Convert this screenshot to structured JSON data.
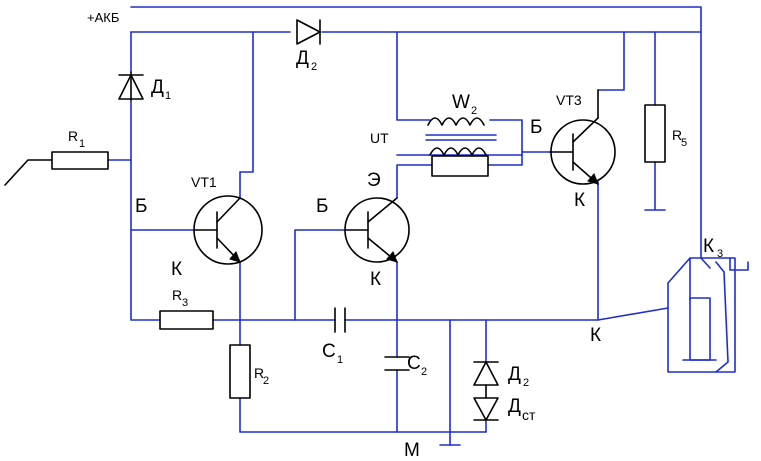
{
  "labels": {
    "akb": "+АКБ",
    "d1": "Д",
    "d1_sub": "1",
    "d2_top": "Д",
    "d2_top_sub": "2",
    "r1": "R",
    "r1_sub": "1",
    "vt1_b": "Б",
    "vt1": "VT1",
    "vt1_k": "К",
    "r3": "R",
    "r3_sub": "3",
    "r2": "R",
    "r2_sub": "2",
    "ut": "UT",
    "w2": "W",
    "w2_sub": "2",
    "e": "Э",
    "vt2_b": "Б",
    "vt2_k": "К",
    "vt3": "VT3",
    "vt3_b": "Б",
    "vt3_k": "К",
    "r5": "R",
    "r5_sub": "5",
    "c1": "C",
    "c1_sub": "1",
    "c2": "C",
    "c2_sub": "2",
    "d2_bot": "Д",
    "d2_bot_sub": "2",
    "dst": "Д",
    "dst_sub": "ст",
    "k_node": "К",
    "m": "М",
    "k3": "К",
    "k3_sub": "3"
  },
  "colors": {
    "wire": "#1e2fd0",
    "component": "#000000"
  }
}
